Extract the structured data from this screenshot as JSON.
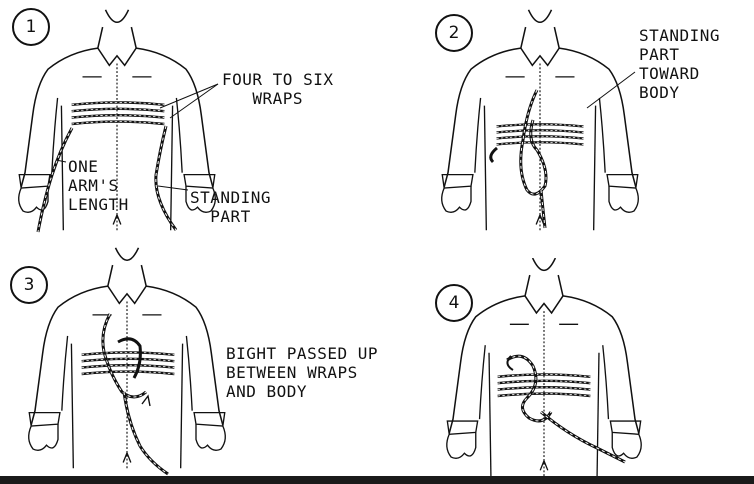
{
  "steps": [
    {
      "number": "1",
      "labels": {
        "wraps": "FOUR TO SIX\n   WRAPS",
        "arm": "ONE\nARM'S\nLENGTH",
        "standing": "STANDING\n  PART"
      }
    },
    {
      "number": "2",
      "labels": {
        "standing": "STANDING\nPART\nTOWARD\nBODY"
      }
    },
    {
      "number": "3",
      "labels": {
        "bight": "BIGHT PASSED UP\nBETWEEN WRAPS\nAND BODY"
      }
    },
    {
      "number": "4",
      "labels": {}
    }
  ],
  "colors": {
    "ink": "#111111",
    "background": "#ffffff",
    "footer_bar": "#1a1a1a"
  }
}
